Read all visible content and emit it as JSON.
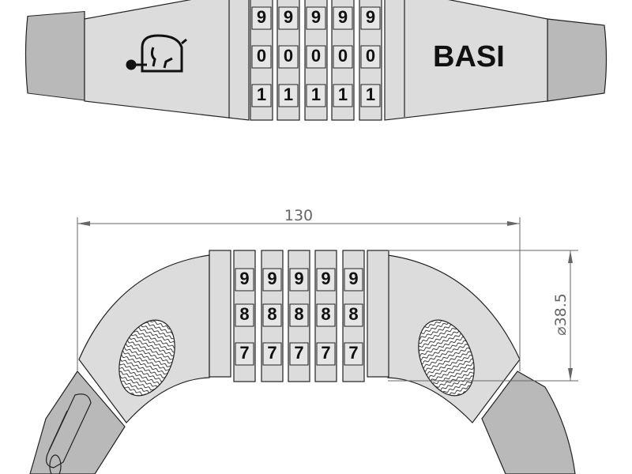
{
  "top_view": {
    "brand_text": "BASI",
    "logo": "elephant-lock-logo",
    "dial_rows": [
      [
        "9",
        "9",
        "9",
        "9",
        "9"
      ],
      [
        "0",
        "0",
        "0",
        "0",
        "0"
      ],
      [
        "1",
        "1",
        "1",
        "1",
        "1"
      ]
    ]
  },
  "front_view": {
    "width_dimension": "130",
    "diameter_dimension": "⌀38.5",
    "dial_rows": [
      [
        "9",
        "9",
        "9",
        "9",
        "9"
      ],
      [
        "8",
        "8",
        "8",
        "8",
        "8"
      ],
      [
        "7",
        "7",
        "7",
        "7",
        "7"
      ]
    ]
  },
  "colors": {
    "body": "#dcdcdc",
    "sleeve": "#b9b9b9",
    "line": "#222222",
    "dimension": "#666666"
  }
}
